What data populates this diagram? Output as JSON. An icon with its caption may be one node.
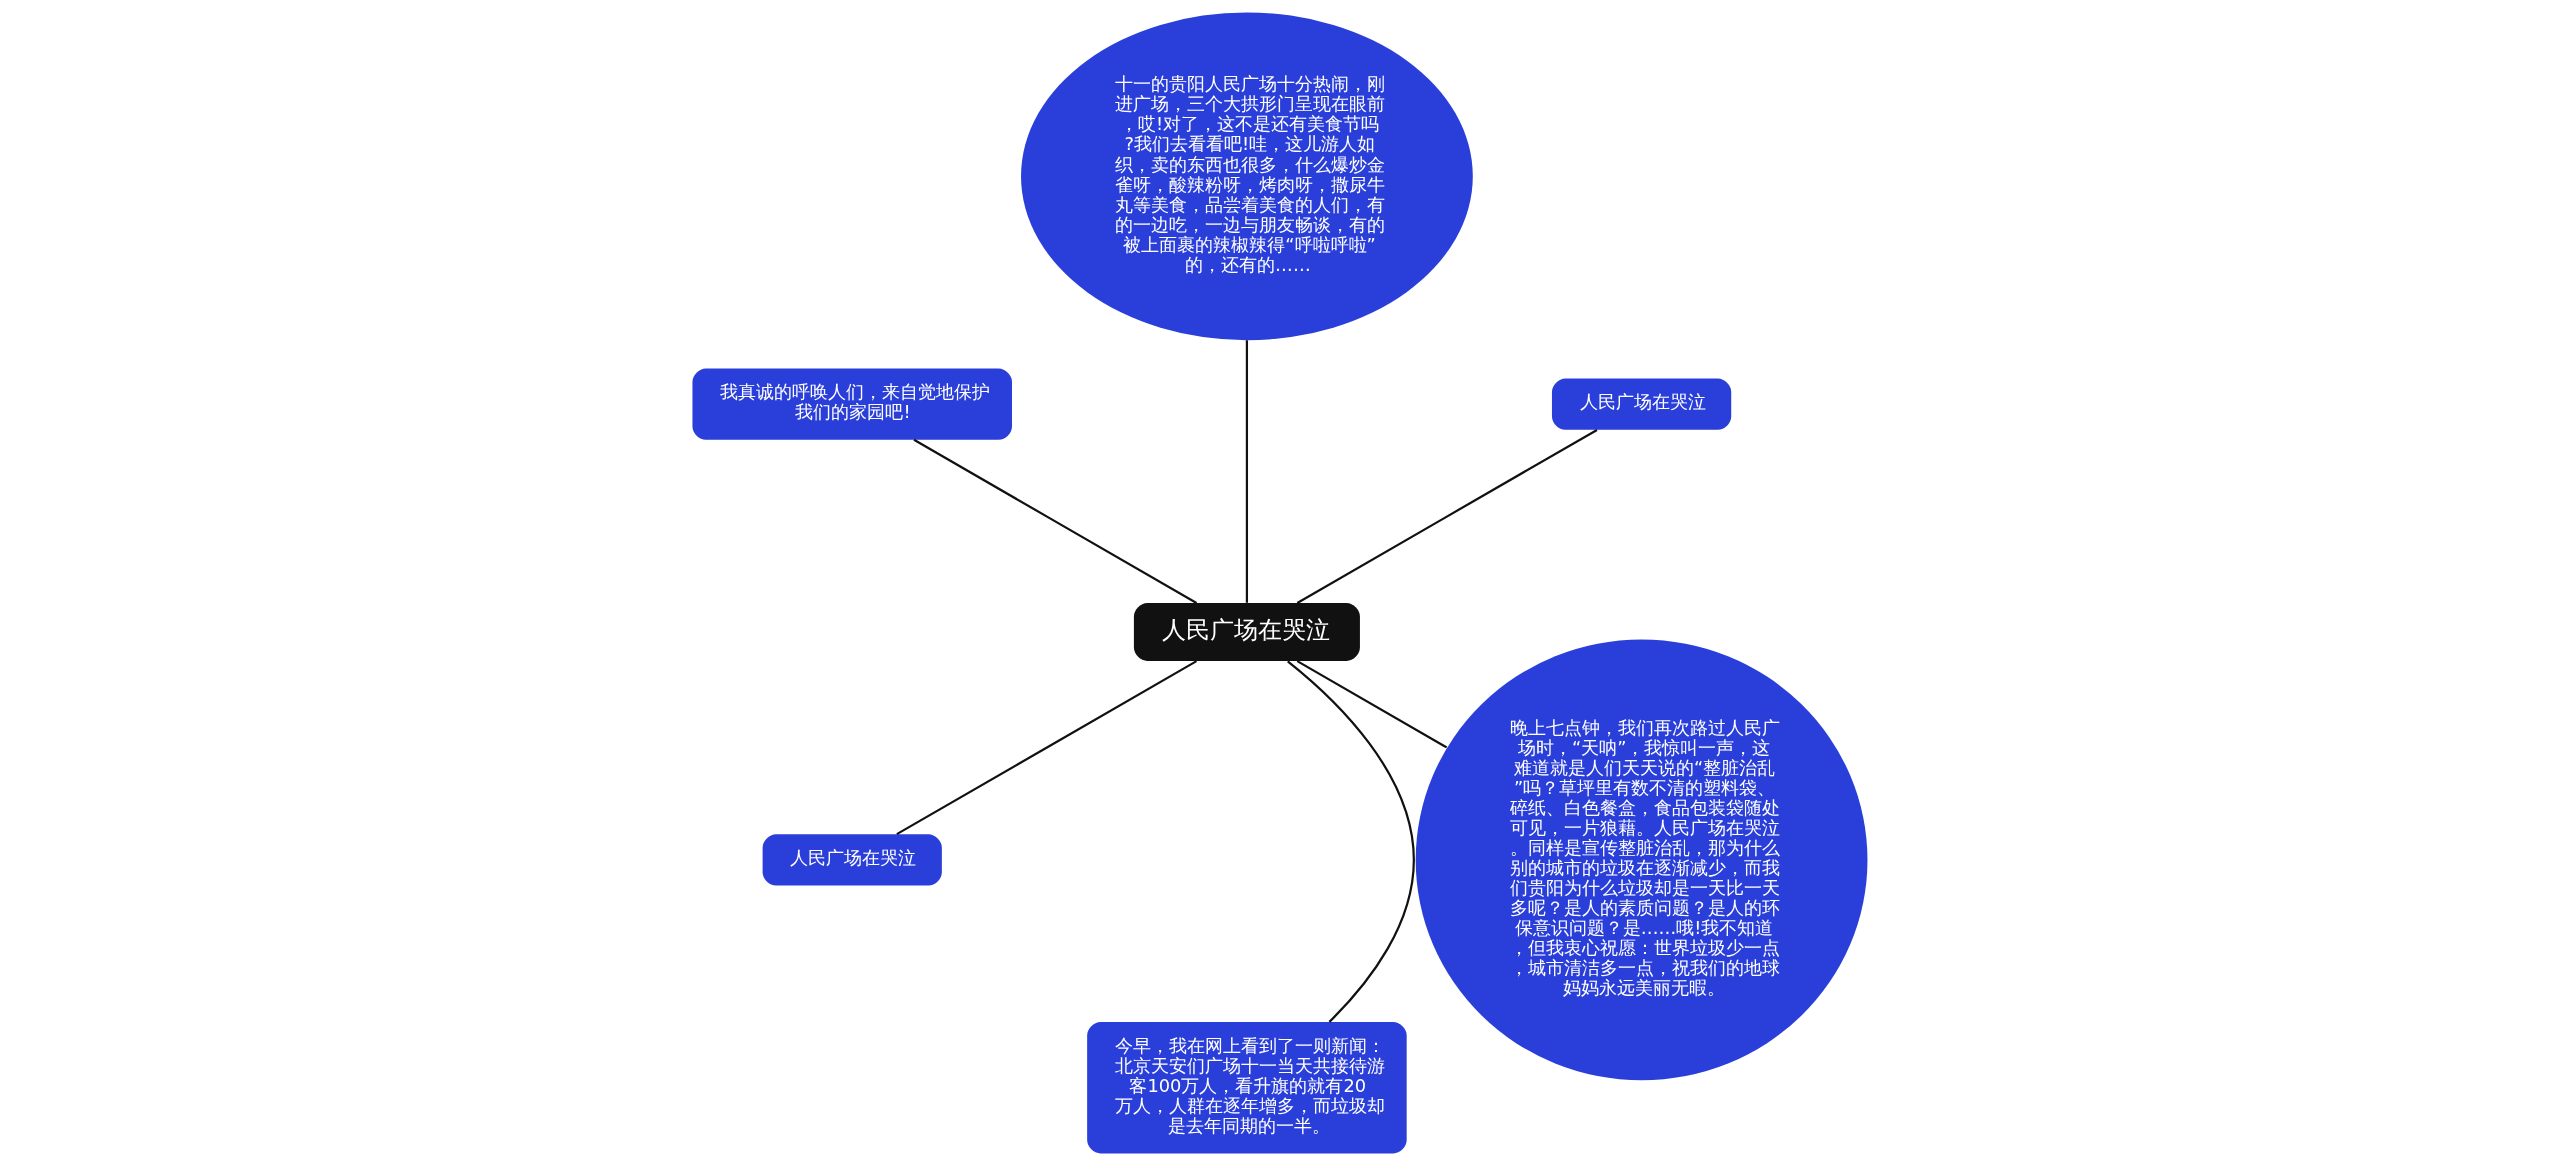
{
  "diagram": {
    "nodes": [
      {
        "text": [
          "人民广场在哭泣"
        ]
      },
      {
        "text": [
          "人民广场在哭泣"
        ]
      },
      {
        "text": [
          "十一的贵阳人民广场十分热闹，刚进广场，三个大拱形门呈现在眼前，哎!对了，这不是还有美食节吗?我们去看看吧!哇，这儿游人如织，卖的东西也很多，什么爆炒金雀呀，酸辣粉呀，烤肉呀，撒尿牛丸等美食，品尝着美食的人们，有的一边吃，一边与朋友畅谈，有的被上面裹的辣椒辣得“呼啦呼啦”的，还有的……"
        ]
      },
      {
        "text": [
          "我真诚的呼唤人们，来自觉地保护我们的家园吧!"
        ]
      },
      {
        "text": [
          "人民广场在哭泣"
        ]
      },
      {
        "text": [
          "今早，我在网上看到了一则新闻：北京天安们广场十一当天共接待游客100万人，看升旗的就有20万人，人群在逐年增多，而垃圾却是去年同期的一半。"
        ]
      },
      {
        "text": [
          "晚上七点钟，我们再次路过人民广场时，“天呐”，我惊叫一声，这难道就是人们天天说的“整脏治乱”吗？草坪里有数不清的塑料袋、碎纸、白色餐盒，食品包装袋随处可见，一片狼藉。人民广场在哭泣。同样是宣传整脏治乱，那为什么别的城市的垃圾在逐渐减少，而我们贵阳为什么垃圾却是一天比一天多呢？是人的素质问题？是人的环保意识问题？是……哦!我不知道，但我衷心祝愿：世界垃圾少一点，城市清洁多一点，祝我们的地球妈妈永远美丽无暇。"
        ]
      }
    ],
    "edges": [
      {
        "from": 0,
        "to": 1,
        "arrow": "none"
      },
      {
        "from": 0,
        "to": 2,
        "arrow": "none"
      },
      {
        "from": 0,
        "to": 3,
        "arrow": "none"
      },
      {
        "from": 0,
        "to": 4,
        "arrow": "none"
      },
      {
        "from": 0,
        "to": 5,
        "arrow": "none"
      },
      {
        "from": 0,
        "to": 6,
        "arrow": "none"
      }
    ]
  }
}
